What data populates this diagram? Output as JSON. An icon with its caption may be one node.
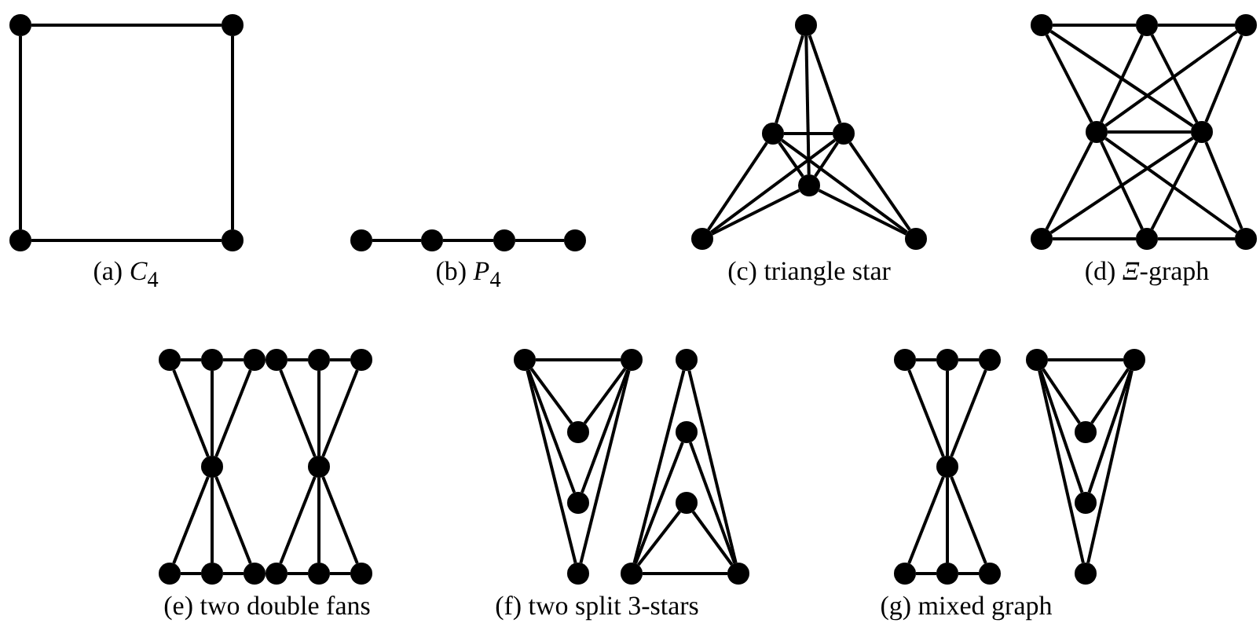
{
  "diagram": {
    "nodes": [
      {
        "text": [],
        "shape": "circle"
      },
      {
        "text": [],
        "shape": "circle"
      },
      {
        "text": [],
        "shape": "circle"
      },
      {
        "text": [],
        "shape": "circle"
      },
      {
        "text": [],
        "shape": "circle"
      },
      {
        "text": [],
        "shape": "circle"
      },
      {
        "text": [],
        "shape": "circle"
      },
      {
        "text": [],
        "shape": "circle"
      },
      {
        "text": [],
        "shape": "circle"
      },
      {
        "text": [],
        "shape": "circle"
      },
      {
        "text": [],
        "shape": "circle"
      },
      {
        "text": [],
        "shape": "circle"
      },
      {
        "text": [],
        "shape": "circle"
      },
      {
        "text": [],
        "shape": "circle"
      },
      {
        "text": [],
        "shape": "circle"
      },
      {
        "text": [],
        "shape": "circle"
      },
      {
        "text": [],
        "shape": "circle"
      },
      {
        "text": [],
        "shape": "circle"
      },
      {
        "text": [],
        "shape": "circle"
      },
      {
        "text": [],
        "shape": "circle"
      },
      {
        "text": [],
        "shape": "circle"
      },
      {
        "text": [],
        "shape": "circle"
      },
      {
        "text": [],
        "shape": "circle"
      },
      {
        "text": [],
        "shape": "circle"
      },
      {
        "text": [],
        "shape": "circle"
      },
      {
        "text": [],
        "shape": "circle"
      },
      {
        "text": [],
        "shape": "circle"
      },
      {
        "text": [],
        "shape": "circle"
      },
      {
        "text": [],
        "shape": "circle"
      },
      {
        "text": [],
        "shape": "circle"
      },
      {
        "text": [],
        "shape": "circle"
      },
      {
        "text": [],
        "shape": "circle"
      },
      {
        "text": [],
        "shape": "circle"
      },
      {
        "text": [],
        "shape": "circle"
      },
      {
        "text": [],
        "shape": "circle"
      },
      {
        "text": [],
        "shape": "circle"
      },
      {
        "text": [],
        "shape": "circle"
      },
      {
        "text": [],
        "shape": "circle"
      },
      {
        "text": [],
        "shape": "circle"
      },
      {
        "text": [],
        "shape": "circle"
      },
      {
        "text": [],
        "shape": "circle"
      },
      {
        "text": [],
        "shape": "circle"
      },
      {
        "text": [],
        "shape": "circle"
      },
      {
        "text": [],
        "shape": "circle"
      },
      {
        "text": [],
        "shape": "circle"
      },
      {
        "text": [],
        "shape": "circle"
      },
      {
        "text": [],
        "shape": "circle"
      },
      {
        "text": [],
        "shape": "circle"
      },
      {
        "text": [],
        "shape": "circle"
      },
      {
        "text": [],
        "shape": "circle"
      },
      {
        "text": [],
        "shape": "circle"
      },
      {
        "text": [],
        "shape": "circle"
      },
      {
        "text": [],
        "shape": "circle"
      },
      {
        "text": [],
        "shape": "circle"
      },
      {
        "text": [],
        "shape": "circle"
      },
      {
        "text": [],
        "shape": "circle"
      },
      {
        "text": [],
        "shape": "circle"
      },
      {
        "text": [],
        "shape": "circle"
      }
    ],
    "edges": [
      {
        "from": 0,
        "to": 1,
        "arrow": "none"
      },
      {
        "from": 0,
        "to": 2,
        "arrow": "none"
      },
      {
        "from": 1,
        "to": 3,
        "arrow": "none"
      },
      {
        "from": 2,
        "to": 3,
        "arrow": "none"
      },
      {
        "from": 4,
        "to": 5,
        "arrow": "none"
      },
      {
        "from": 5,
        "to": 6,
        "arrow": "none"
      },
      {
        "from": 6,
        "to": 7,
        "arrow": "none"
      },
      {
        "from": 8,
        "to": 9,
        "arrow": "none"
      },
      {
        "from": 8,
        "to": 10,
        "arrow": "none"
      },
      {
        "from": 8,
        "to": 11,
        "arrow": "none"
      },
      {
        "from": 9,
        "to": 10,
        "arrow": "none"
      },
      {
        "from": 9,
        "to": 11,
        "arrow": "none"
      },
      {
        "from": 10,
        "to": 11,
        "arrow": "none"
      },
      {
        "from": 12,
        "to": 9,
        "arrow": "none"
      },
      {
        "from": 12,
        "to": 10,
        "arrow": "none"
      },
      {
        "from": 12,
        "to": 11,
        "arrow": "none"
      },
      {
        "from": 13,
        "to": 9,
        "arrow": "none"
      },
      {
        "from": 13,
        "to": 10,
        "arrow": "none"
      },
      {
        "from": 13,
        "to": 11,
        "arrow": "none"
      },
      {
        "from": 14,
        "to": 15,
        "arrow": "none"
      },
      {
        "from": 15,
        "to": 16,
        "arrow": "none"
      },
      {
        "from": 14,
        "to": 17,
        "arrow": "none"
      },
      {
        "from": 14,
        "to": 18,
        "arrow": "none"
      },
      {
        "from": 15,
        "to": 17,
        "arrow": "none"
      },
      {
        "from": 15,
        "to": 18,
        "arrow": "none"
      },
      {
        "from": 16,
        "to": 17,
        "arrow": "none"
      },
      {
        "from": 16,
        "to": 18,
        "arrow": "none"
      },
      {
        "from": 17,
        "to": 18,
        "arrow": "none"
      },
      {
        "from": 19,
        "to": 17,
        "arrow": "none"
      },
      {
        "from": 19,
        "to": 18,
        "arrow": "none"
      },
      {
        "from": 20,
        "to": 17,
        "arrow": "none"
      },
      {
        "from": 20,
        "to": 18,
        "arrow": "none"
      },
      {
        "from": 21,
        "to": 17,
        "arrow": "none"
      },
      {
        "from": 21,
        "to": 18,
        "arrow": "none"
      },
      {
        "from": 19,
        "to": 20,
        "arrow": "none"
      },
      {
        "from": 20,
        "to": 21,
        "arrow": "none"
      },
      {
        "from": 22,
        "to": 23,
        "arrow": "none"
      },
      {
        "from": 23,
        "to": 24,
        "arrow": "none"
      },
      {
        "from": 22,
        "to": 25,
        "arrow": "none"
      },
      {
        "from": 23,
        "to": 25,
        "arrow": "none"
      },
      {
        "from": 24,
        "to": 25,
        "arrow": "none"
      },
      {
        "from": 25,
        "to": 26,
        "arrow": "none"
      },
      {
        "from": 25,
        "to": 27,
        "arrow": "none"
      },
      {
        "from": 25,
        "to": 28,
        "arrow": "none"
      },
      {
        "from": 26,
        "to": 27,
        "arrow": "none"
      },
      {
        "from": 27,
        "to": 28,
        "arrow": "none"
      },
      {
        "from": 29,
        "to": 30,
        "arrow": "none"
      },
      {
        "from": 30,
        "to": 31,
        "arrow": "none"
      },
      {
        "from": 29,
        "to": 32,
        "arrow": "none"
      },
      {
        "from": 30,
        "to": 32,
        "arrow": "none"
      },
      {
        "from": 31,
        "to": 32,
        "arrow": "none"
      },
      {
        "from": 32,
        "to": 33,
        "arrow": "none"
      },
      {
        "from": 32,
        "to": 34,
        "arrow": "none"
      },
      {
        "from": 32,
        "to": 35,
        "arrow": "none"
      },
      {
        "from": 33,
        "to": 34,
        "arrow": "none"
      },
      {
        "from": 34,
        "to": 35,
        "arrow": "none"
      },
      {
        "from": 36,
        "to": 37,
        "arrow": "none"
      },
      {
        "from": 36,
        "to": 38,
        "arrow": "none"
      },
      {
        "from": 37,
        "to": 38,
        "arrow": "none"
      },
      {
        "from": 36,
        "to": 39,
        "arrow": "none"
      },
      {
        "from": 37,
        "to": 39,
        "arrow": "none"
      },
      {
        "from": 36,
        "to": 40,
        "arrow": "none"
      },
      {
        "from": 37,
        "to": 40,
        "arrow": "none"
      },
      {
        "from": 41,
        "to": 44,
        "arrow": "none"
      },
      {
        "from": 41,
        "to": 45,
        "arrow": "none"
      },
      {
        "from": 42,
        "to": 44,
        "arrow": "none"
      },
      {
        "from": 42,
        "to": 45,
        "arrow": "none"
      },
      {
        "from": 43,
        "to": 44,
        "arrow": "none"
      },
      {
        "from": 43,
        "to": 45,
        "arrow": "none"
      },
      {
        "from": 44,
        "to": 45,
        "arrow": "none"
      },
      {
        "from": 46,
        "to": 47,
        "arrow": "none"
      },
      {
        "from": 47,
        "to": 48,
        "arrow": "none"
      },
      {
        "from": 46,
        "to": 49,
        "arrow": "none"
      },
      {
        "from": 47,
        "to": 49,
        "arrow": "none"
      },
      {
        "from": 48,
        "to": 49,
        "arrow": "none"
      },
      {
        "from": 49,
        "to": 50,
        "arrow": "none"
      },
      {
        "from": 49,
        "to": 51,
        "arrow": "none"
      },
      {
        "from": 49,
        "to": 52,
        "arrow": "none"
      },
      {
        "from": 50,
        "to": 51,
        "arrow": "none"
      },
      {
        "from": 51,
        "to": 52,
        "arrow": "none"
      },
      {
        "from": 53,
        "to": 54,
        "arrow": "none"
      },
      {
        "from": 53,
        "to": 55,
        "arrow": "none"
      },
      {
        "from": 54,
        "to": 55,
        "arrow": "none"
      },
      {
        "from": 53,
        "to": 56,
        "arrow": "none"
      },
      {
        "from": 54,
        "to": 56,
        "arrow": "none"
      },
      {
        "from": 53,
        "to": 57,
        "arrow": "none"
      },
      {
        "from": 54,
        "to": 57,
        "arrow": "none"
      }
    ],
    "labels": [
      "(a) *C*$_{4}$",
      "(b) *P*$_{4}$",
      "(c) triangle star",
      "(d) *Ξ*-graph",
      "(e) two double fans",
      "(f) two split 3-stars",
      "(g) mixed graph"
    ]
  }
}
